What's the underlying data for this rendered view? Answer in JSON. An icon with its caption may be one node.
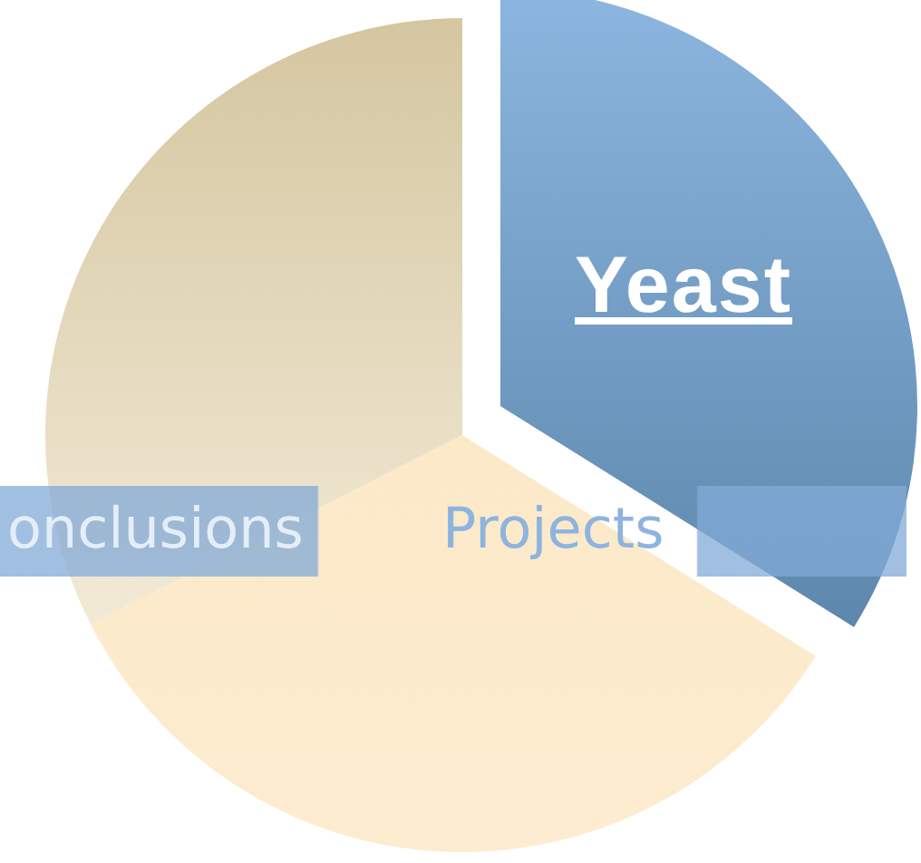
{
  "diagram": {
    "nodes": [
      {
        "text": [],
        "shape": "slice"
      },
      {
        "text": [
          "Yeast"
        ]
      },
      {
        "text": [],
        "shape": "slice"
      },
      {
        "text": [
          "onclusions",
          "Projects"
        ]
      }
    ]
  }
}
